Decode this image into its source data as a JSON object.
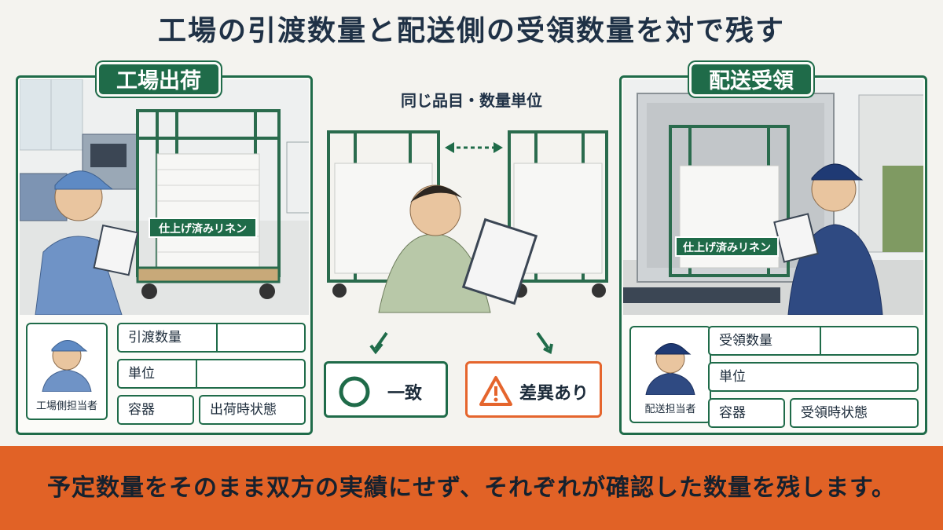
{
  "title": "工場の引渡数量と配送側の受領数量を対で残す",
  "left_panel": {
    "tag": "工場出荷",
    "cart_label": "仕上げ済みリネン",
    "person_label": "工場側担当者",
    "fields": {
      "qty": "引渡数量",
      "unit": "単位",
      "container": "容器",
      "condition": "出荷時状態"
    }
  },
  "center": {
    "label": "同じ品目・数量単位",
    "match": "一致",
    "mismatch": "差異あり"
  },
  "right_panel": {
    "tag": "配送受領",
    "cart_label": "仕上げ済みリネン",
    "person_label": "配送担当者",
    "fields": {
      "qty": "受領数量",
      "unit": "単位",
      "container": "容器",
      "condition": "受領時状態"
    }
  },
  "banner": "予定数量をそのまま双方の実績にせず、それぞれが確認した数量を残します。",
  "colors": {
    "green": "#1f6b49",
    "orange": "#e16226",
    "navy": "#1f3146"
  }
}
